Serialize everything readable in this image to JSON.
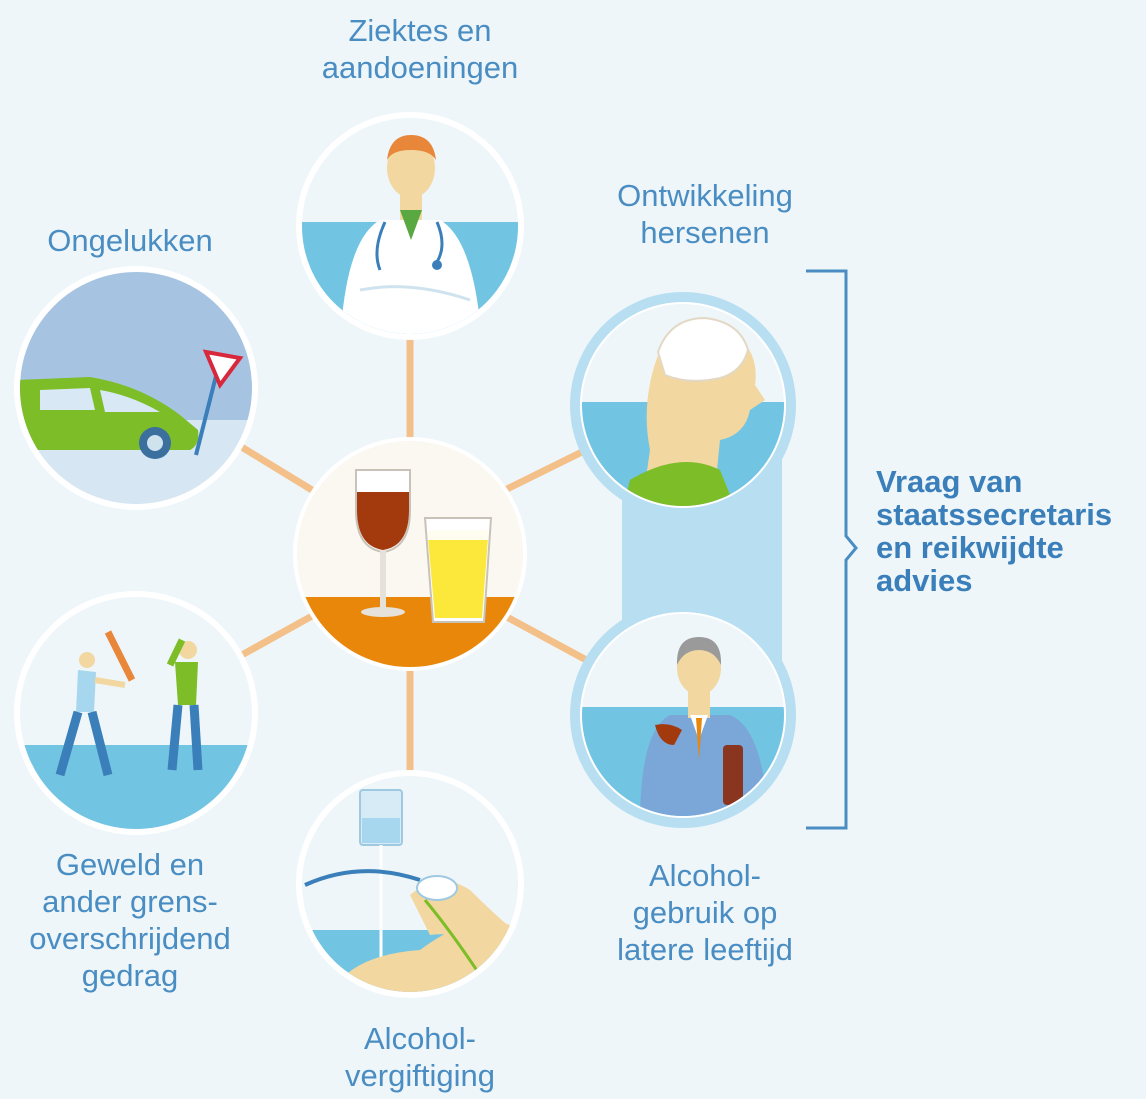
{
  "center": {
    "icon": "alcohol-glasses-icon"
  },
  "nodes": [
    {
      "id": "ziektes",
      "icon": "doctor-icon",
      "lines": [
        "Ziektes en",
        "aandoeningen"
      ]
    },
    {
      "id": "ongelukken",
      "icon": "car-crash-icon",
      "lines": [
        "Ongelukken"
      ]
    },
    {
      "id": "ontwikkeling",
      "icon": "brain-icon",
      "lines": [
        "Ontwikkeling",
        "hersenen"
      ]
    },
    {
      "id": "geweld",
      "icon": "violence-icon",
      "lines": [
        "Geweld en",
        "ander grens-",
        "overschrijdend",
        "gedrag"
      ]
    },
    {
      "id": "vergiftiging",
      "icon": "hospital-drip-icon",
      "lines": [
        "Alcohol-",
        "vergiftiging"
      ]
    },
    {
      "id": "latere",
      "icon": "older-man-drinking-icon",
      "lines": [
        "Alcohol-",
        "gebruik op",
        "latere leeftijd"
      ]
    }
  ],
  "bracket_label": [
    "Vraag van",
    "staatssecretaris",
    "en reikwijdte",
    "advies"
  ],
  "colors": {
    "label": "#4a8dc2",
    "connector": "#f4c08a",
    "circle_border": "#ffffff",
    "highlight_border": "#b8dff1",
    "water": "#72c4e3",
    "bracket": "#4a8dc2"
  }
}
